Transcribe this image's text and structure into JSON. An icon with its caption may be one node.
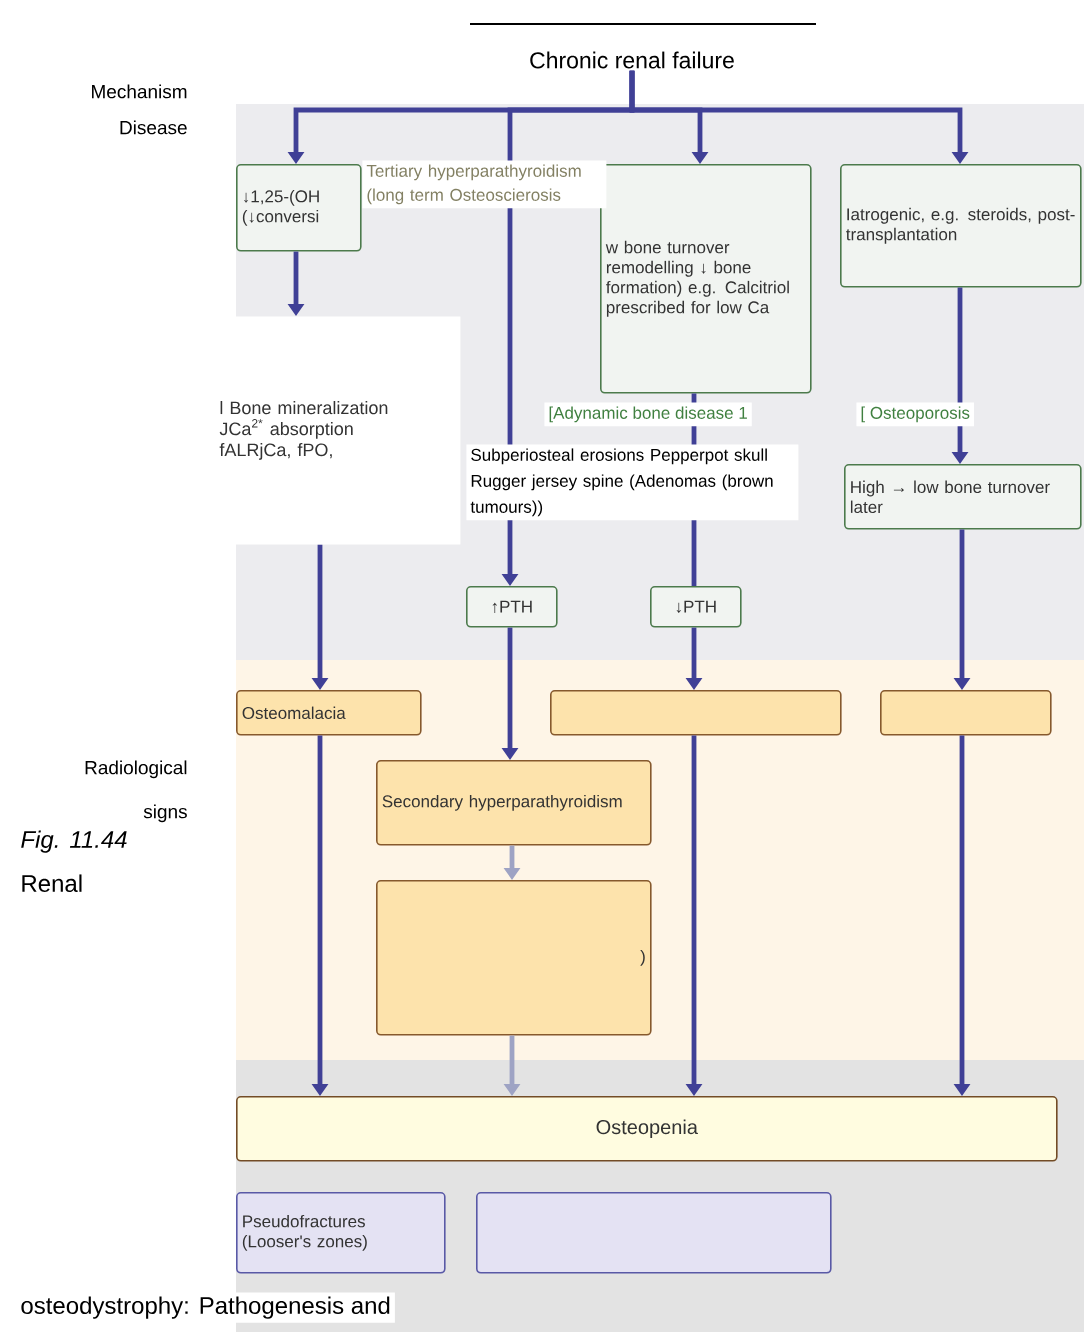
{
  "diagram": {
    "nodes": [
      {
        "text": [
          "Chronic renal failure"
        ]
      },
      {
        "text": [
          "↓1,25-(OH",
          "(↓conversi"
        ]
      },
      {
        "text": [
          "w bone turnover remodelling ↓ bone formation) e.g. Calcitriol prescribed for low Ca"
        ]
      },
      {
        "text": [
          "Iatrogenic, e.g. steroids, post-transplantation"
        ]
      },
      {
        "text": [
          "l Bone mineralization",
          "JCa$^{2*}$ absorption",
          "fALRjCa, fPO,"
        ]
      },
      {
        "text": [
          "High → low bone turnover later"
        ]
      },
      {
        "text": [
          "↑PTH"
        ]
      },
      {
        "text": [
          "↓PTH"
        ]
      },
      {
        "text": [
          "Osteomalacia"
        ]
      },
      {
        "text": [],
        "shape": "box"
      },
      {
        "text": [],
        "shape": "box"
      },
      {
        "text": [
          "Secondary hyperparathyroidism"
        ]
      },
      {
        "text": [
          ")"
        ]
      },
      {
        "text": [
          "Osteopenia"
        ]
      },
      {
        "text": [
          "Pseudofractures (Looser's zones)"
        ]
      },
      {
        "text": [],
        "shape": "box"
      }
    ],
    "edges": [
      {
        "from": 0,
        "to": 1,
        "arrow": "to"
      },
      {
        "from": 0,
        "to": 6,
        "arrow": "to"
      },
      {
        "from": 0,
        "to": 2,
        "arrow": "to"
      },
      {
        "from": 0,
        "to": 3,
        "arrow": "to"
      },
      {
        "from": 1,
        "to": 4,
        "arrow": "to"
      },
      {
        "from": 2,
        "to": 7,
        "arrow": "none"
      },
      {
        "from": 3,
        "to": 5,
        "arrow": "to"
      },
      {
        "from": 6,
        "to": 11,
        "arrow": "to"
      },
      {
        "from": 4,
        "to": 8,
        "arrow": "to"
      },
      {
        "from": 7,
        "to": 9,
        "arrow": "to"
      },
      {
        "from": 5,
        "to": 10,
        "arrow": "to"
      },
      {
        "from": 11,
        "to": 12,
        "arrow": "to",
        "color": "#9ea3c4"
      },
      {
        "from": 8,
        "to": 13,
        "arrow": "to"
      },
      {
        "from": 12,
        "to": 13,
        "arrow": "to",
        "color": "#9ea3c4"
      },
      {
        "from": 9,
        "to": 13,
        "arrow": "to"
      },
      {
        "from": 10,
        "to": 13,
        "arrow": "to"
      }
    ],
    "labels": [
      "Mechanism",
      "Disease",
      "Tertiary hyperparathyroidism (long term Osteoscierosis",
      "[Adynamic bone disease 1",
      "[ Osteoporosis",
      "Subperiosteal erosions Pepperpot skull Rugger jersey spine (Adenomas (brown tumours))",
      "Radiological",
      "signs",
      "Fig. 11.44",
      "Renal",
      "osteodystrophy: Pathogenesis and"
    ]
  }
}
